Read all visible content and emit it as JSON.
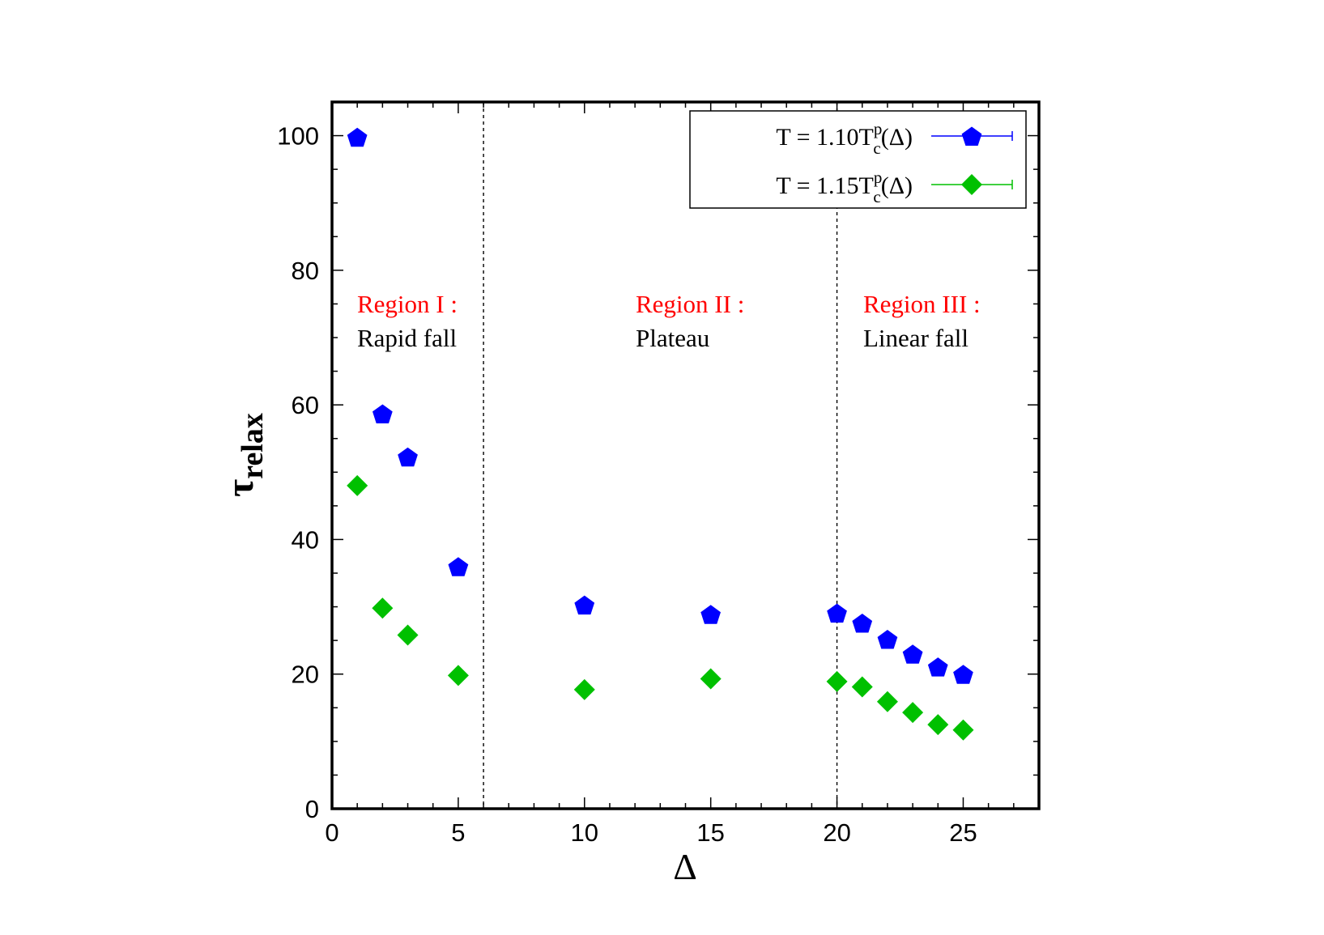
{
  "chart_data": {
    "type": "scatter",
    "xlabel": "Δ",
    "ylabel": {
      "symbol": "τ",
      "subscript": "relax"
    },
    "xlim": [
      0,
      28
    ],
    "ylim": [
      0,
      105
    ],
    "x_ticks": [
      "0",
      "5",
      "10",
      "15",
      "20",
      "25"
    ],
    "y_ticks": [
      "0",
      "20",
      "40",
      "60",
      "80",
      "100"
    ],
    "grid": false,
    "legend_position": "top-right",
    "vertical_lines": [
      6,
      20
    ],
    "series": [
      {
        "name": "T = 1.10T_c^p(Δ)",
        "legend": {
          "prefix": "T = 1.10T",
          "sup": "p",
          "sub": "c",
          "suffix": "(Δ)"
        },
        "marker": "pentagon",
        "color": "#0000ff",
        "x": [
          1,
          2,
          3,
          5,
          10,
          15,
          20,
          21,
          22,
          23,
          24,
          25
        ],
        "y": [
          99.8,
          58.7,
          52.3,
          36.0,
          30.3,
          28.9,
          29.1,
          27.6,
          25.2,
          23.0,
          21.1,
          20.0
        ]
      },
      {
        "name": "T = 1.15T_c^p(Δ)",
        "legend": {
          "prefix": "T = 1.15T",
          "sup": "p",
          "sub": "c",
          "suffix": "(Δ)"
        },
        "marker": "diamond",
        "color": "#00c000",
        "x": [
          1,
          2,
          3,
          5,
          10,
          15,
          20,
          21,
          22,
          23,
          24,
          25
        ],
        "y": [
          48.0,
          29.8,
          25.8,
          19.8,
          17.7,
          19.3,
          18.9,
          18.1,
          15.9,
          14.3,
          12.5,
          11.7
        ]
      }
    ],
    "annotations": [
      {
        "title": "Region I :",
        "text": "Rapid fall"
      },
      {
        "title": "Region II :",
        "text": "Plateau"
      },
      {
        "title": "Region III :",
        "text": "Linear fall"
      }
    ]
  }
}
